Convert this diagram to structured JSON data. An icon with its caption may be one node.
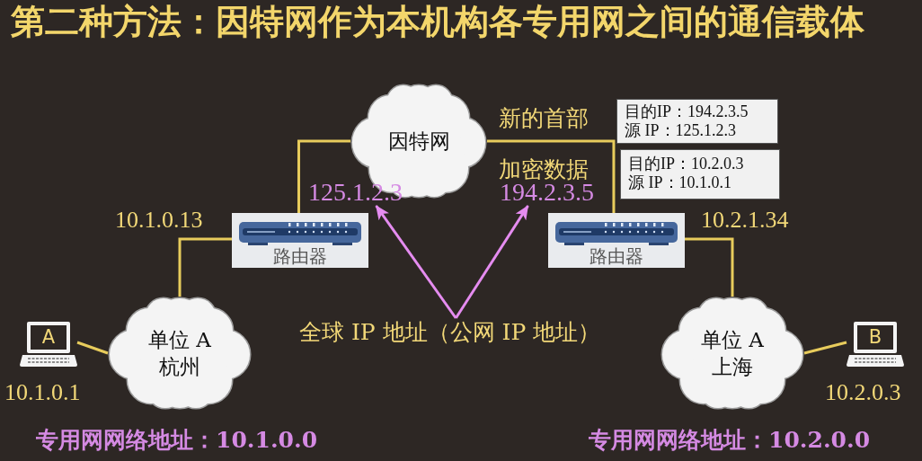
{
  "diagram": {
    "title": "第二种方法：因特网作为本机构各专用网之间的通信载体",
    "nodes": [
      {
        "text": [
          "因特网"
        ]
      },
      {
        "text": [
          "目的IP：194.2.3.5",
          "源 IP：125.1.2.3"
        ]
      },
      {
        "text": [
          "目的IP：10.2.0.3",
          "源 IP：10.1.0.1"
        ]
      },
      {
        "text": [
          "125.1.2.3"
        ]
      },
      {
        "text": [
          "194.2.3.5"
        ]
      },
      {
        "text": [
          "路由器"
        ]
      },
      {
        "text": [
          "路由器"
        ]
      },
      {
        "text": [
          "单位 A",
          "杭州"
        ]
      },
      {
        "text": [
          "全球 IP 地址（公网 IP 地址）"
        ]
      },
      {
        "text": [
          "单位 A",
          "上海"
        ]
      },
      {
        "text": [
          "A"
        ],
        "beside": [
          "10.1.0.1"
        ]
      },
      {
        "text": [
          "B"
        ],
        "beside": [
          "10.2.0.3"
        ]
      }
    ],
    "edges": [
      {
        "from": 0,
        "to": 5,
        "arrow": "none"
      },
      {
        "from": 0,
        "to": 6,
        "arrow": "none"
      },
      {
        "from": 5,
        "to": 7,
        "arrow": "none"
      },
      {
        "from": 6,
        "to": 9,
        "arrow": "none"
      },
      {
        "from": 7,
        "to": 10,
        "arrow": "none"
      },
      {
        "from": 9,
        "to": 11,
        "arrow": "none"
      },
      {
        "from": 8,
        "to": 3,
        "arrow": "to",
        "color": "#e58cf0"
      },
      {
        "from": 8,
        "to": 4,
        "arrow": "to",
        "color": "#e58cf0"
      }
    ],
    "labels": [
      "新的首部",
      "加密数据",
      "10.1.0.13",
      "10.2.1.34",
      "专用网网络地址：10.1.0.0",
      "专用网网络地址：10.2.0.0"
    ]
  }
}
